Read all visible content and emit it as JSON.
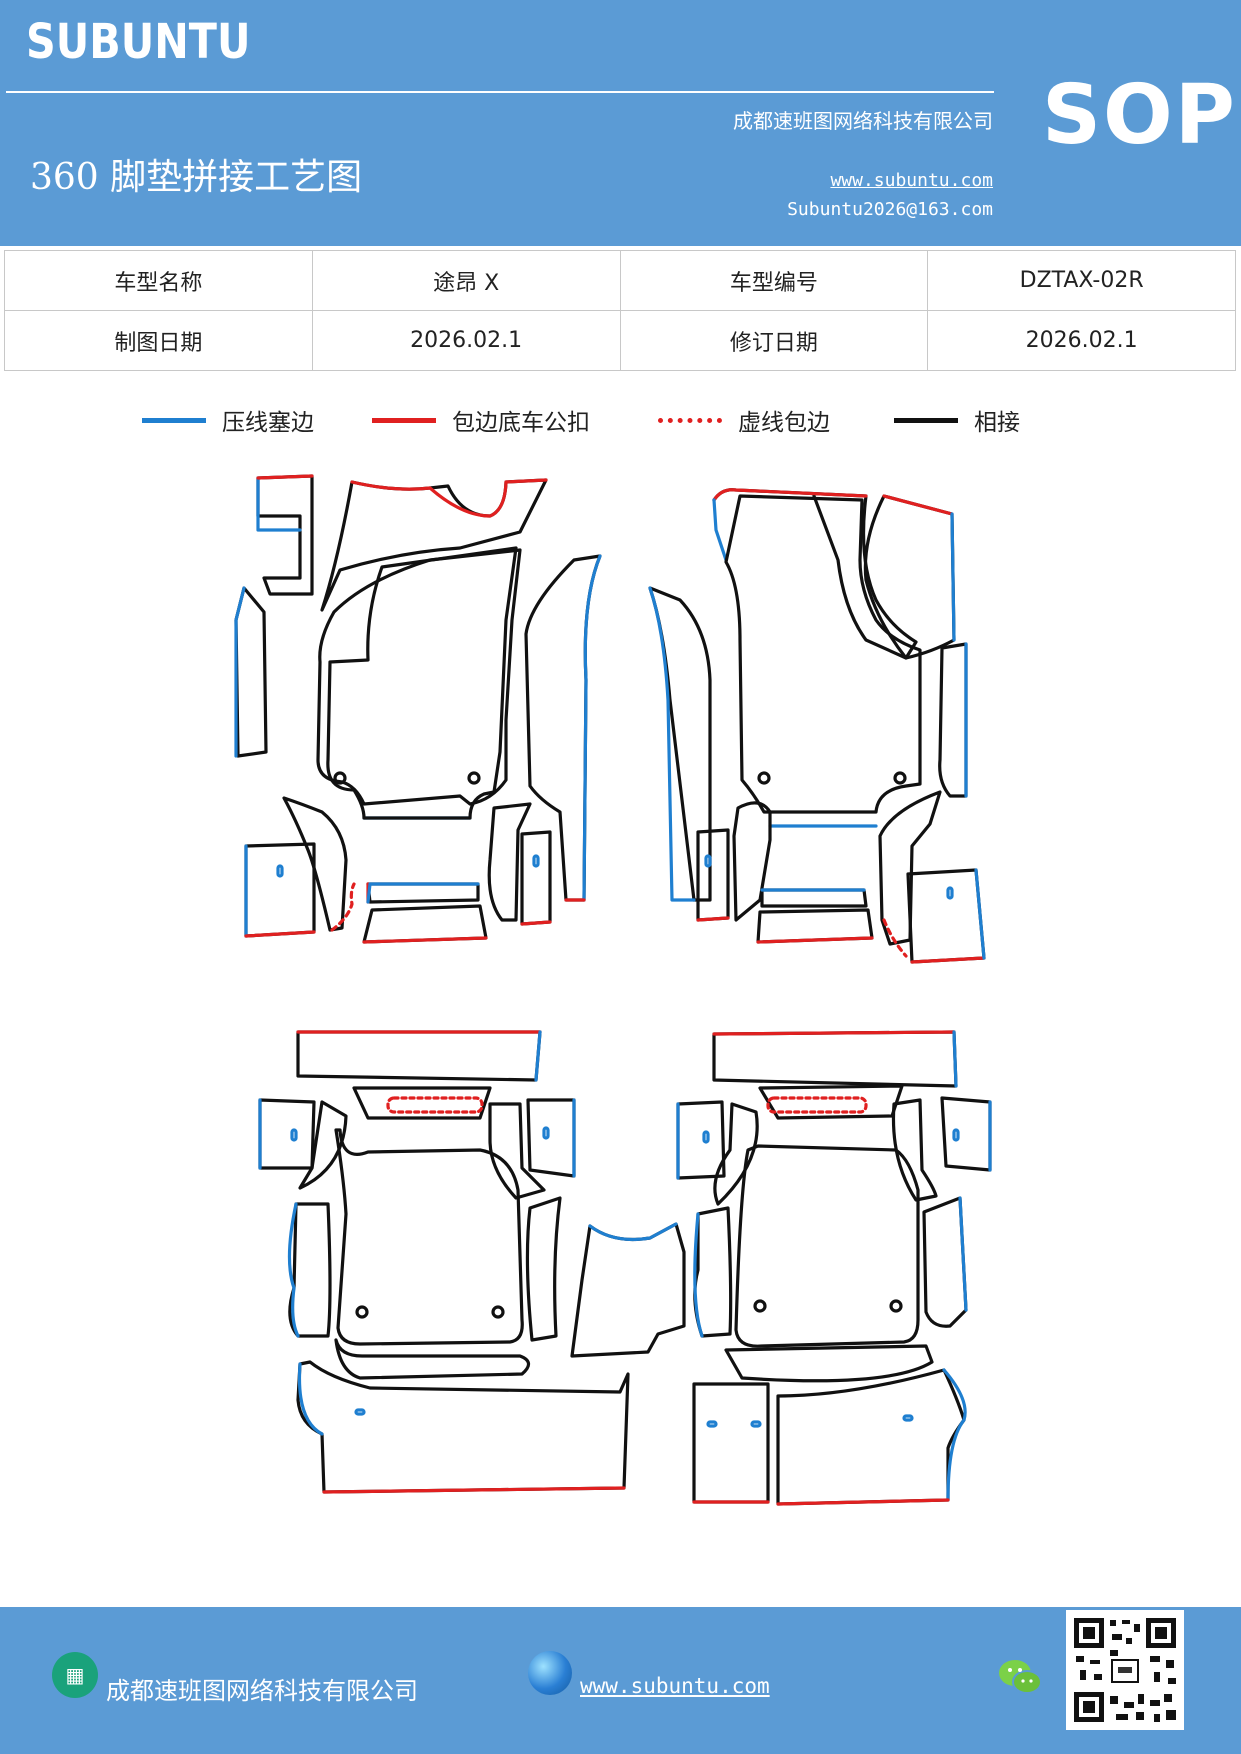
{
  "header": {
    "logo": "SUBUNTU",
    "company": "成都速班图网络科技有限公司",
    "title": "360 脚垫拼接工艺图",
    "website": "www.subuntu.com",
    "email": "Subuntu2026@163.com",
    "badge": "SOP"
  },
  "info_table": {
    "row1": {
      "label1": "车型名称",
      "value1": "途昂 X",
      "label2": "车型编号",
      "value2": "DZTAX-02R"
    },
    "row2": {
      "label1": "制图日期",
      "value1": "2026.02.1",
      "label2": "修订日期",
      "value2": "2026.02.1"
    }
  },
  "legend": [
    {
      "label": "压线塞边",
      "color": "#1f7fd0",
      "style": "solid"
    },
    {
      "label": "包边底车公扣",
      "color": "#e02020",
      "style": "solid"
    },
    {
      "label": "虚线包边",
      "color": "#e02020",
      "style": "dotted"
    },
    {
      "label": "相接",
      "color": "#111111",
      "style": "solid"
    }
  ],
  "footer": {
    "company": "成都速班图网络科技有限公司",
    "website": "www.subuntu.com",
    "icons": [
      "building-icon",
      "globe-icon",
      "wechat-icon",
      "qr-code"
    ]
  }
}
